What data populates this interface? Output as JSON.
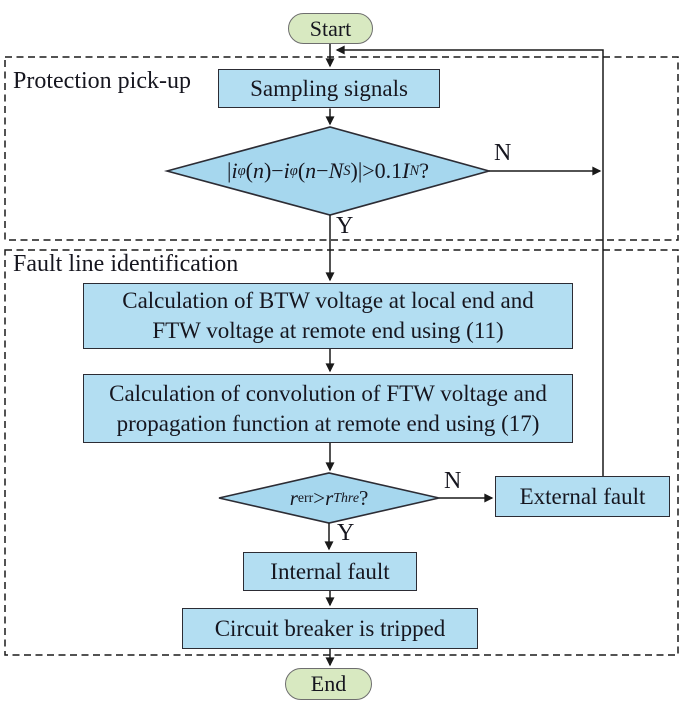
{
  "sections": {
    "pickup": {
      "label": "Protection pick-up"
    },
    "fault_line": {
      "label": "Fault line identification"
    }
  },
  "nodes": {
    "start": {
      "label": "Start"
    },
    "sampling": {
      "label": "Sampling signals"
    },
    "pickup_decision": {
      "tokens": [
        {
          "text": "|",
          "cls": ""
        },
        {
          "text": "i",
          "cls": "it"
        },
        {
          "text": "φ",
          "cls": "sub it"
        },
        {
          "text": "(",
          "cls": ""
        },
        {
          "text": "n",
          "cls": "it"
        },
        {
          "text": ")−",
          "cls": ""
        },
        {
          "text": "i",
          "cls": "it"
        },
        {
          "text": "φ",
          "cls": "sub it"
        },
        {
          "text": "(",
          "cls": ""
        },
        {
          "text": "n",
          "cls": "it"
        },
        {
          "text": "−",
          "cls": ""
        },
        {
          "text": "N",
          "cls": "it"
        },
        {
          "text": "S",
          "cls": "sub it"
        },
        {
          "text": ")|>0.1",
          "cls": ""
        },
        {
          "text": "I",
          "cls": "it"
        },
        {
          "text": "N",
          "cls": "sub it"
        },
        {
          "text": "?",
          "cls": ""
        }
      ]
    },
    "calc_btw": {
      "lines": [
        "Calculation of BTW voltage at local end and",
        "FTW voltage at remote end using (11)"
      ]
    },
    "calc_conv": {
      "lines": [
        "Calculation of convolution of FTW voltage and",
        "propagation function at remote end using (17)"
      ]
    },
    "ratio_decision": {
      "tokens": [
        {
          "text": "r",
          "cls": "it"
        },
        {
          "text": "err",
          "cls": "sub"
        },
        {
          "text": ">",
          "cls": ""
        },
        {
          "text": "r",
          "cls": "it"
        },
        {
          "text": "Thre",
          "cls": "sub it"
        },
        {
          "text": "?",
          "cls": ""
        }
      ]
    },
    "external_fault": {
      "label": "External fault"
    },
    "internal_fault": {
      "label": "Internal fault"
    },
    "breaker": {
      "label": "Circuit breaker is tripped"
    },
    "end": {
      "label": "End"
    }
  },
  "branch_labels": {
    "pickup_no": "N",
    "pickup_yes": "Y",
    "ratio_no": "N",
    "ratio_yes": "Y"
  },
  "colors": {
    "process_fill": "#b3def2",
    "decision_fill": "#a6d7ee",
    "terminal_fill": "#d8e9c1",
    "shape_border": "#2c2c34",
    "terminal_border": "#6e6e6e",
    "line": "#1a1a1a",
    "text": "#16161f"
  }
}
